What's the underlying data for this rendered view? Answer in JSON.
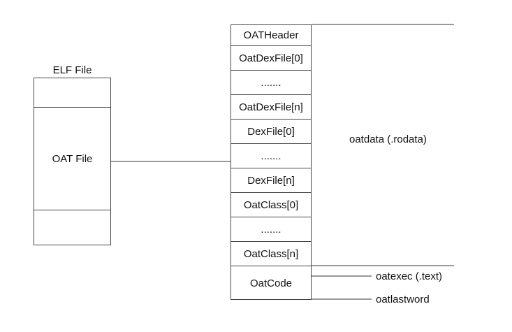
{
  "elf": {
    "title": "ELF File",
    "oat_label": "OAT File"
  },
  "oat": {
    "cells": [
      "OATHeader",
      "OatDexFile[0]",
      ".......",
      "OatDexFile[n]",
      "DexFile[0]",
      ".......",
      "DexFile[n]",
      "OatClass[0]",
      ".......",
      "OatClass[n]",
      "OatCode"
    ]
  },
  "annotations": {
    "oatdata": "oatdata  (.rodata)",
    "oatexec": "oatexec  (.text)",
    "oatlastword": "oatlastword"
  }
}
